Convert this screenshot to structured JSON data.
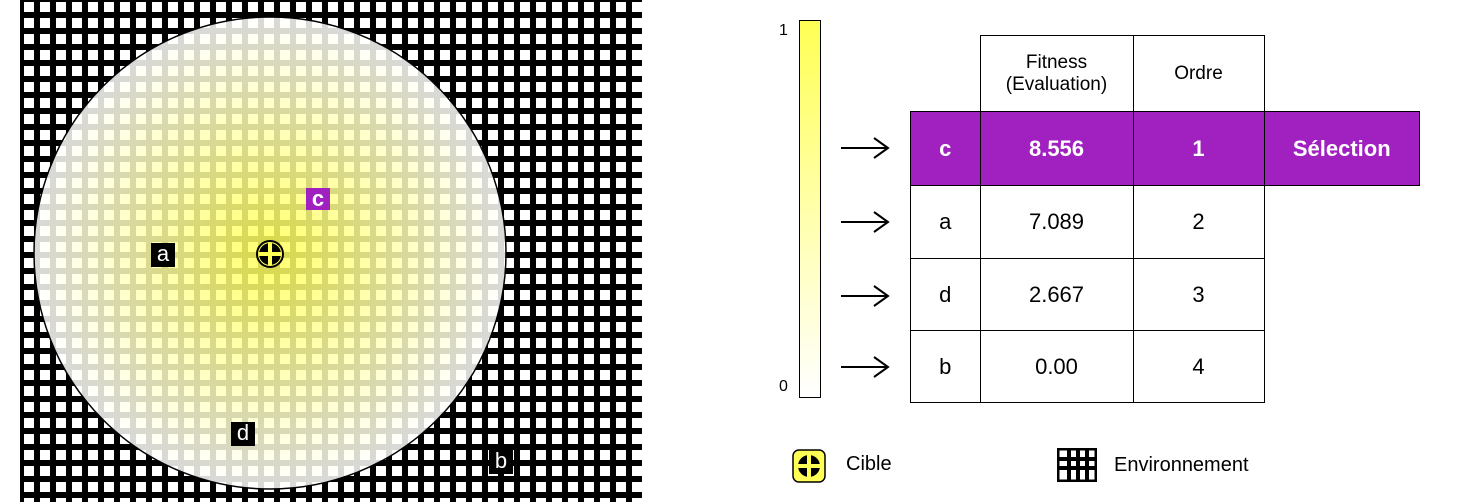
{
  "grid": {
    "markers": [
      {
        "id": "c",
        "label": "c",
        "selected": true
      },
      {
        "id": "a",
        "label": "a",
        "selected": false
      },
      {
        "id": "d",
        "label": "d",
        "selected": false
      },
      {
        "id": "b",
        "label": "b",
        "selected": false
      }
    ]
  },
  "scale": {
    "max_label": "1",
    "min_label": "0"
  },
  "table": {
    "header_fitness_line1": "Fitness",
    "header_fitness_line2": "(Evaluation)",
    "header_order": "Ordre",
    "rows": [
      {
        "name": "c",
        "fitness": "8.556",
        "order": "1",
        "note": "Sélection"
      },
      {
        "name": "a",
        "fitness": "7.089",
        "order": "2",
        "note": ""
      },
      {
        "name": "d",
        "fitness": "2.667",
        "order": "3",
        "note": ""
      },
      {
        "name": "b",
        "fitness": "0.00",
        "order": "4",
        "note": ""
      }
    ]
  },
  "legend": {
    "target_label": "Cible",
    "environment_label": "Environnement"
  },
  "colors": {
    "selected": "#a020c0",
    "highlight": "#ffff55"
  }
}
